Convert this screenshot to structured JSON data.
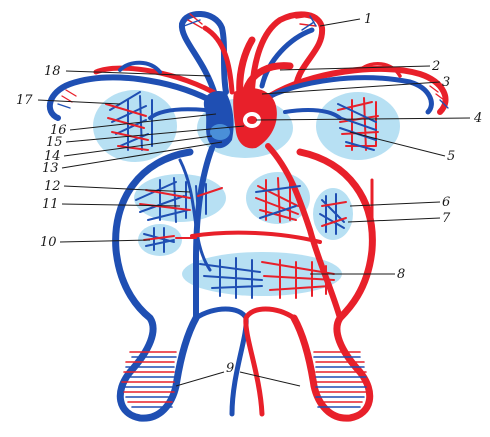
{
  "colors": {
    "artery": "#e8202a",
    "vein": "#1f4fb3",
    "organ_tint": "#9fd6ef",
    "background": "#ffffff",
    "label": "#1a1a1a"
  },
  "labels": {
    "n1": "1",
    "n2": "2",
    "n3": "3",
    "n4": "4",
    "n5": "5",
    "n6": "6",
    "n7": "7",
    "n8": "8",
    "n9": "9",
    "n10": "10",
    "n11": "11",
    "n12": "12",
    "n13": "13",
    "n14": "14",
    "n15": "15",
    "n16": "16",
    "n17": "17",
    "n18": "18"
  }
}
